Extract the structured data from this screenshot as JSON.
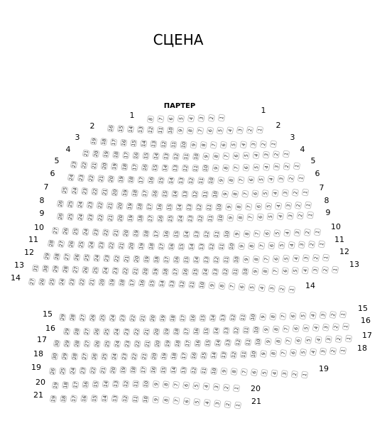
{
  "stage": {
    "label": "СЦЕНА"
  },
  "section": {
    "label": "ПАРТЕР"
  },
  "rows": [
    {
      "row": "1",
      "seats": 8
    },
    {
      "row": "2",
      "seats": 16
    },
    {
      "row": "3",
      "seats": 19
    },
    {
      "row": "4",
      "seats": 21
    },
    {
      "row": "5",
      "seats": 23
    },
    {
      "row": "6",
      "seats": 24
    },
    {
      "row": "7",
      "seats": 25
    },
    {
      "row": "8",
      "seats": 26
    },
    {
      "row": "9",
      "seats": 26
    },
    {
      "row": "10",
      "seats": 27
    },
    {
      "row": "11",
      "seats": 28
    },
    {
      "row": "12",
      "seats": 29
    },
    {
      "row": "13",
      "seats": 31
    },
    {
      "row": "14",
      "seats": 27
    },
    {
      "row": "15",
      "seats": 29
    },
    {
      "row": "16",
      "seats": 29
    },
    {
      "row": "17",
      "seats": 30
    },
    {
      "row": "18",
      "seats": 30
    },
    {
      "row": "19",
      "seats": 26
    },
    {
      "row": "20",
      "seats": 19
    },
    {
      "row": "21",
      "seats": 19
    }
  ]
}
